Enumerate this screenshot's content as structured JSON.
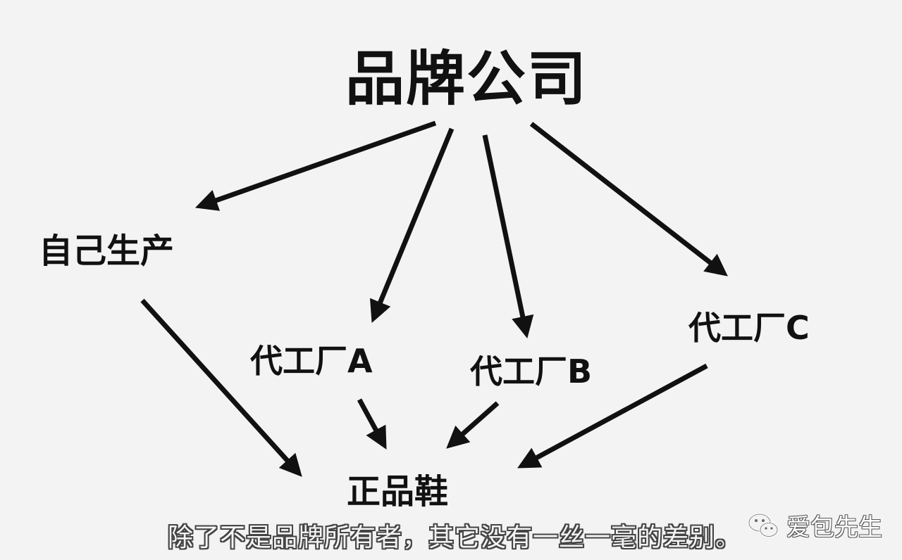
{
  "nodes": {
    "brand": "品牌公司",
    "self_production": "自己生产",
    "oem_a": "代工厂A",
    "oem_b": "代工厂B",
    "oem_c": "代工厂C",
    "genuine_shoes": "正品鞋"
  },
  "edges": [
    {
      "from": "brand",
      "to": "self_production"
    },
    {
      "from": "brand",
      "to": "oem_a"
    },
    {
      "from": "brand",
      "to": "oem_b"
    },
    {
      "from": "brand",
      "to": "oem_c"
    },
    {
      "from": "self_production",
      "to": "genuine_shoes"
    },
    {
      "from": "oem_a",
      "to": "genuine_shoes"
    },
    {
      "from": "oem_b",
      "to": "genuine_shoes"
    },
    {
      "from": "oem_c",
      "to": "genuine_shoes"
    }
  ],
  "subtitle": "除了不是品牌所有者，其它没有一丝一毫的差别。",
  "watermark": {
    "icon": "wechat-icon",
    "text": "爱包先生"
  },
  "colors": {
    "background": "#f3f3f3",
    "ink": "#111111"
  }
}
